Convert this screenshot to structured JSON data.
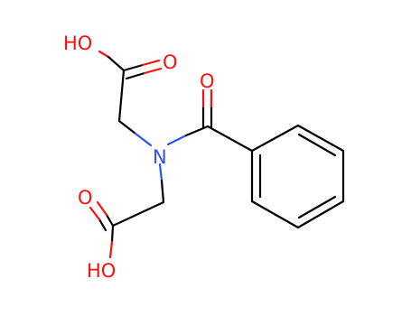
{
  "molecule": {
    "colors": {
      "bond": "#000000",
      "oxygen": "#ff0d0d",
      "nitrogen": "#3050f8"
    },
    "atoms": {
      "ho_top": "HO",
      "o_top_carbonyl": "O",
      "o_amide": "O",
      "n_center": "N",
      "o_bottom_carbonyl": "O",
      "ho_bottom": "HO"
    }
  }
}
